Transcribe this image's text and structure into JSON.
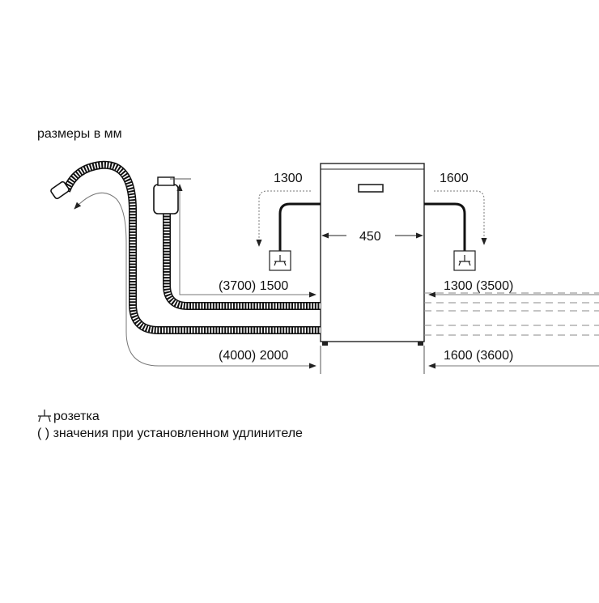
{
  "header": {
    "units_note": "размеры в мм"
  },
  "dimensions": {
    "left_cable": "1300",
    "right_cable": "1600",
    "width": "450",
    "drain_hose": "(3700) 1500",
    "right_upper": "1300 (3500)",
    "inlet_hose": "(4000) 2000",
    "right_lower": "1600 (3600)"
  },
  "legend": {
    "socket_label": "розетка",
    "paren_symbol": "( )",
    "paren_label": "значения при установленном удлинителе"
  },
  "colors": {
    "line": "#222222",
    "dimension": "#555555",
    "dashed": "#8a8a8a"
  }
}
